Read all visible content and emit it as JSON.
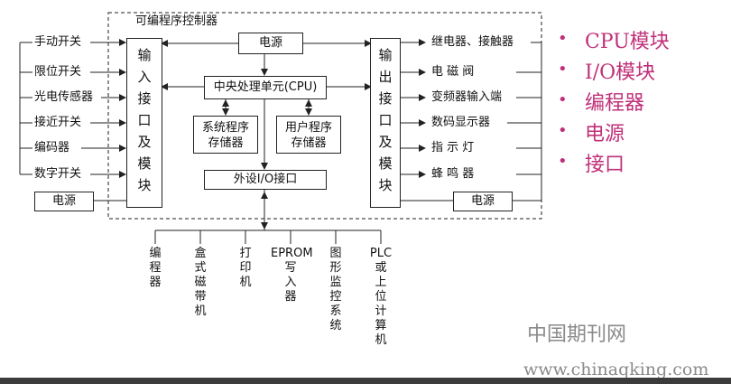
{
  "title": "可编程序控制器",
  "input_devices": [
    "手动开关",
    "限位开关",
    "光电传感器",
    "接近开关",
    "编码器",
    "数字开关"
  ],
  "input_power": "电源",
  "input_module": "输入接口及模块",
  "output_devices": [
    "继电器、接触器",
    "电 磁 阀",
    "变频器输入端",
    "数码显示器",
    "指 示 灯",
    "蜂 鸣 器"
  ],
  "output_power": "电源",
  "output_module": "输出接口及模块",
  "power_supply": "电源",
  "cpu": "中央处理单元(CPU)",
  "system_memory": "系统程序存储器",
  "user_memory": "用户程序存储器",
  "io_interface": "外设I/O接口",
  "peripherals": [
    "编程器",
    "盒式磁带机",
    "打印机",
    "EPROM写入器",
    "图形监控系统",
    "PLC或上位计算机"
  ],
  "bullets": [
    "CPU模块",
    "I/O模块",
    "编程器",
    "电源",
    "接口"
  ],
  "watermark": {
    "cn": "中国期刊网",
    "url": "www.chinaqking.com"
  },
  "colors": {
    "line": "#222222",
    "bullet": "#c0307a",
    "watermark": "#8a8a8a"
  }
}
